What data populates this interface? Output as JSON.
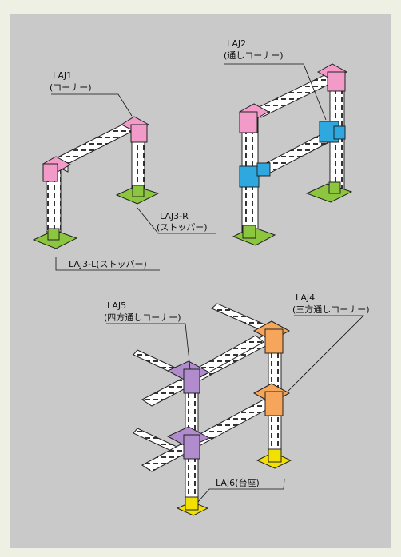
{
  "colors": {
    "frame_bg": "#eef0e3",
    "panel_bg": "#c9c9c9",
    "bar_white": "#ffffff",
    "corner_pink": "#f39bc8",
    "tee_blue": "#2fa8e0",
    "foot_green": "#8cc63f",
    "tee3_orange": "#f5a65a",
    "cross_purple": "#b08ccc",
    "base_yellow": "#f2e000"
  },
  "labels": {
    "laj1_code": "LAJ1",
    "laj1_name": "(コーナー)",
    "laj2_code": "LAJ2",
    "laj2_name": "(通しコーナー)",
    "laj3r_code": "LAJ3-R",
    "laj3r_name": "(ストッパー)",
    "laj3l": "LAJ3-L(ストッパー)",
    "laj5_code": "LAJ5",
    "laj5_name": "(四方通しコーナー)",
    "laj4_code": "LAJ4",
    "laj4_name": "(三方通しコーナー)",
    "laj6": "LAJ6(台座)"
  },
  "icons": {
    "frame1": "angle-frame-corner",
    "frame2": "angle-frame-tee",
    "frame3": "angle-frame-cross"
  }
}
